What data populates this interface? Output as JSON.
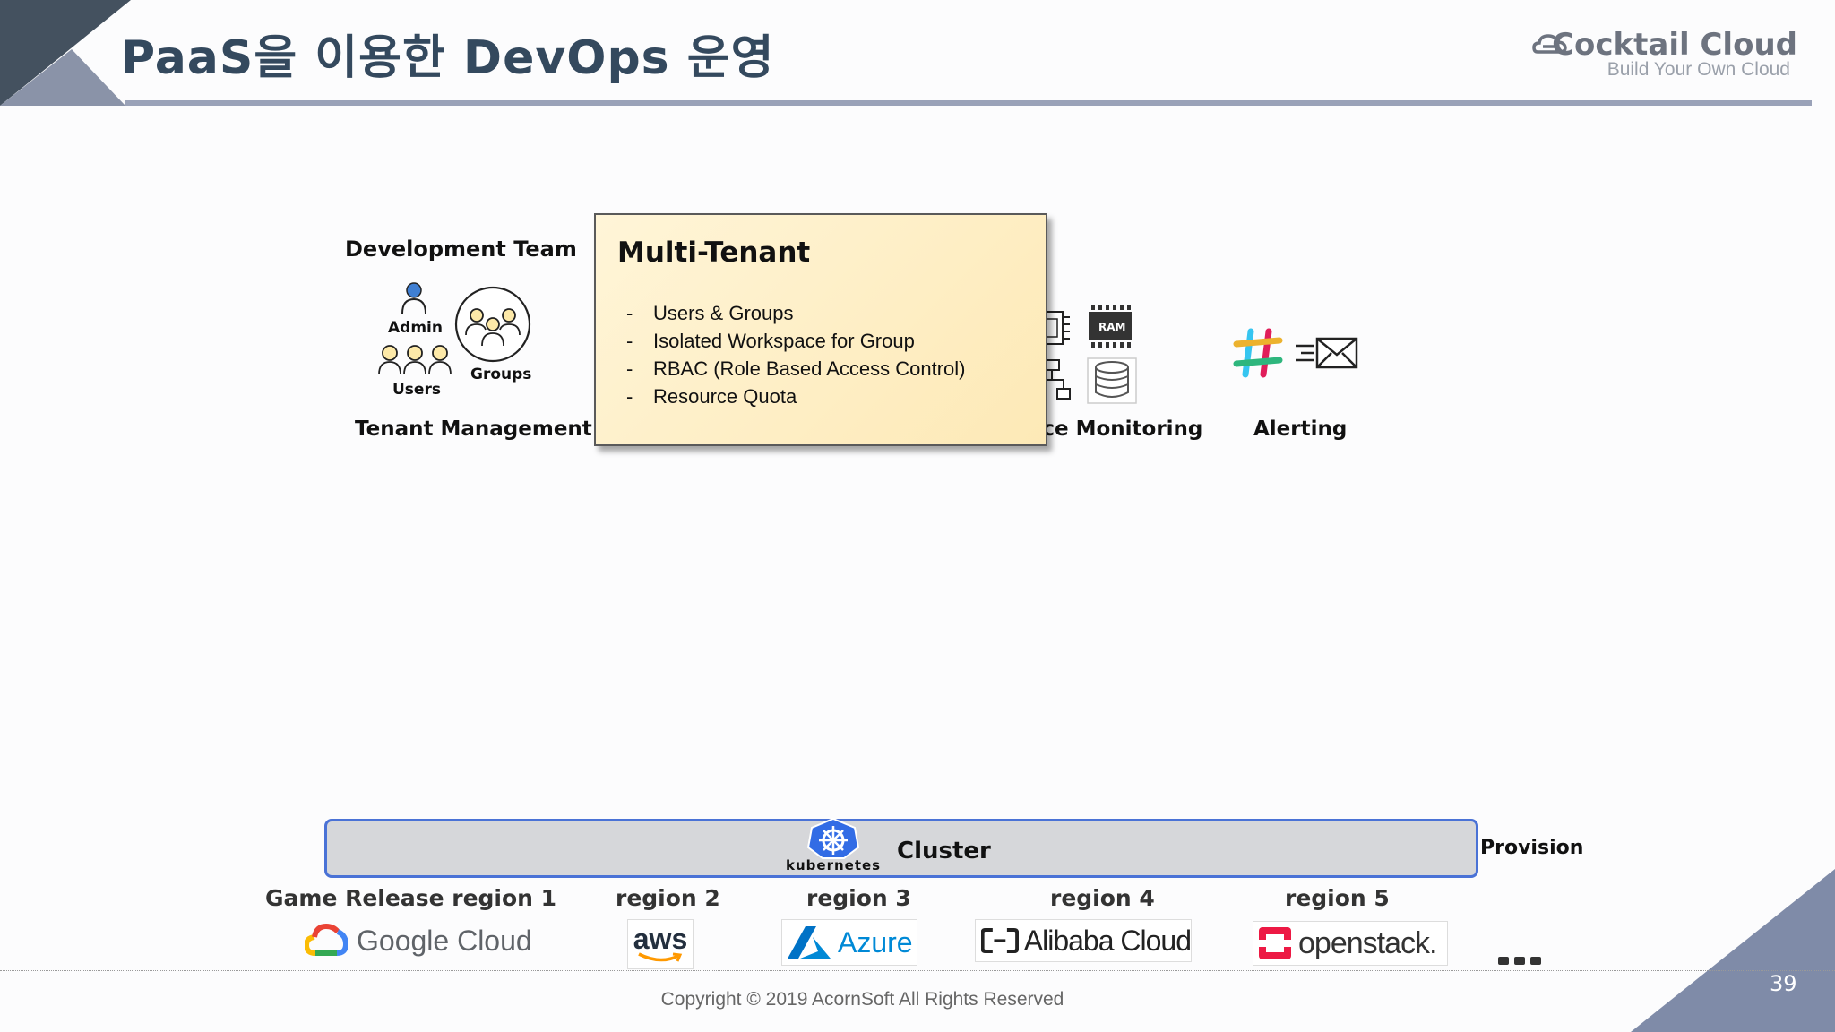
{
  "header": {
    "title": "PaaS을 이용한 DevOps 운영",
    "brand_name": "Cocktail Cloud",
    "brand_tagline": "Build Your Own Cloud"
  },
  "tenant_section": {
    "heading": "Development Team",
    "admin_label": "Admin",
    "users_label": "Users",
    "groups_label": "Groups",
    "caption": "Tenant Management"
  },
  "multi_tenant_box": {
    "title": "Multi-Tenant",
    "items": [
      "Users & Groups",
      "Isolated Workspace for Group",
      "RBAC (Role Based Access Control)",
      "Resource Quota"
    ],
    "bullet": "-"
  },
  "monitoring_section": {
    "caption_visible": "rce Monitoring",
    "ram_label": "RAM"
  },
  "alerting_section": {
    "caption": "Alerting"
  },
  "cluster_bar": {
    "label": "Cluster",
    "k8s_label": "kubernetes",
    "provision_label": "Provision"
  },
  "regions": [
    {
      "label": "Game Release region 1",
      "provider": "Google Cloud"
    },
    {
      "label": "region 2",
      "provider": "aws"
    },
    {
      "label": "region 3",
      "provider": "Azure"
    },
    {
      "label": "region 4",
      "provider": "Alibaba Cloud"
    },
    {
      "label": "region 5",
      "provider": "openstack."
    }
  ],
  "footer": {
    "copyright": "Copyright © 2019 AcornSoft All Rights Reserved",
    "page_number": "39"
  },
  "colors": {
    "title": "#34495e",
    "header_rule": "#9aa2b8",
    "dark_corner": "#4a5568",
    "box_fill": "#fde9b6",
    "cluster_border": "#4a72d6",
    "cluster_fill": "#d6d7da",
    "k8s_blue": "#326ce5",
    "openstack_red": "#ed1944",
    "azure_blue": "#0089d6",
    "aws_orange": "#ff9900"
  }
}
